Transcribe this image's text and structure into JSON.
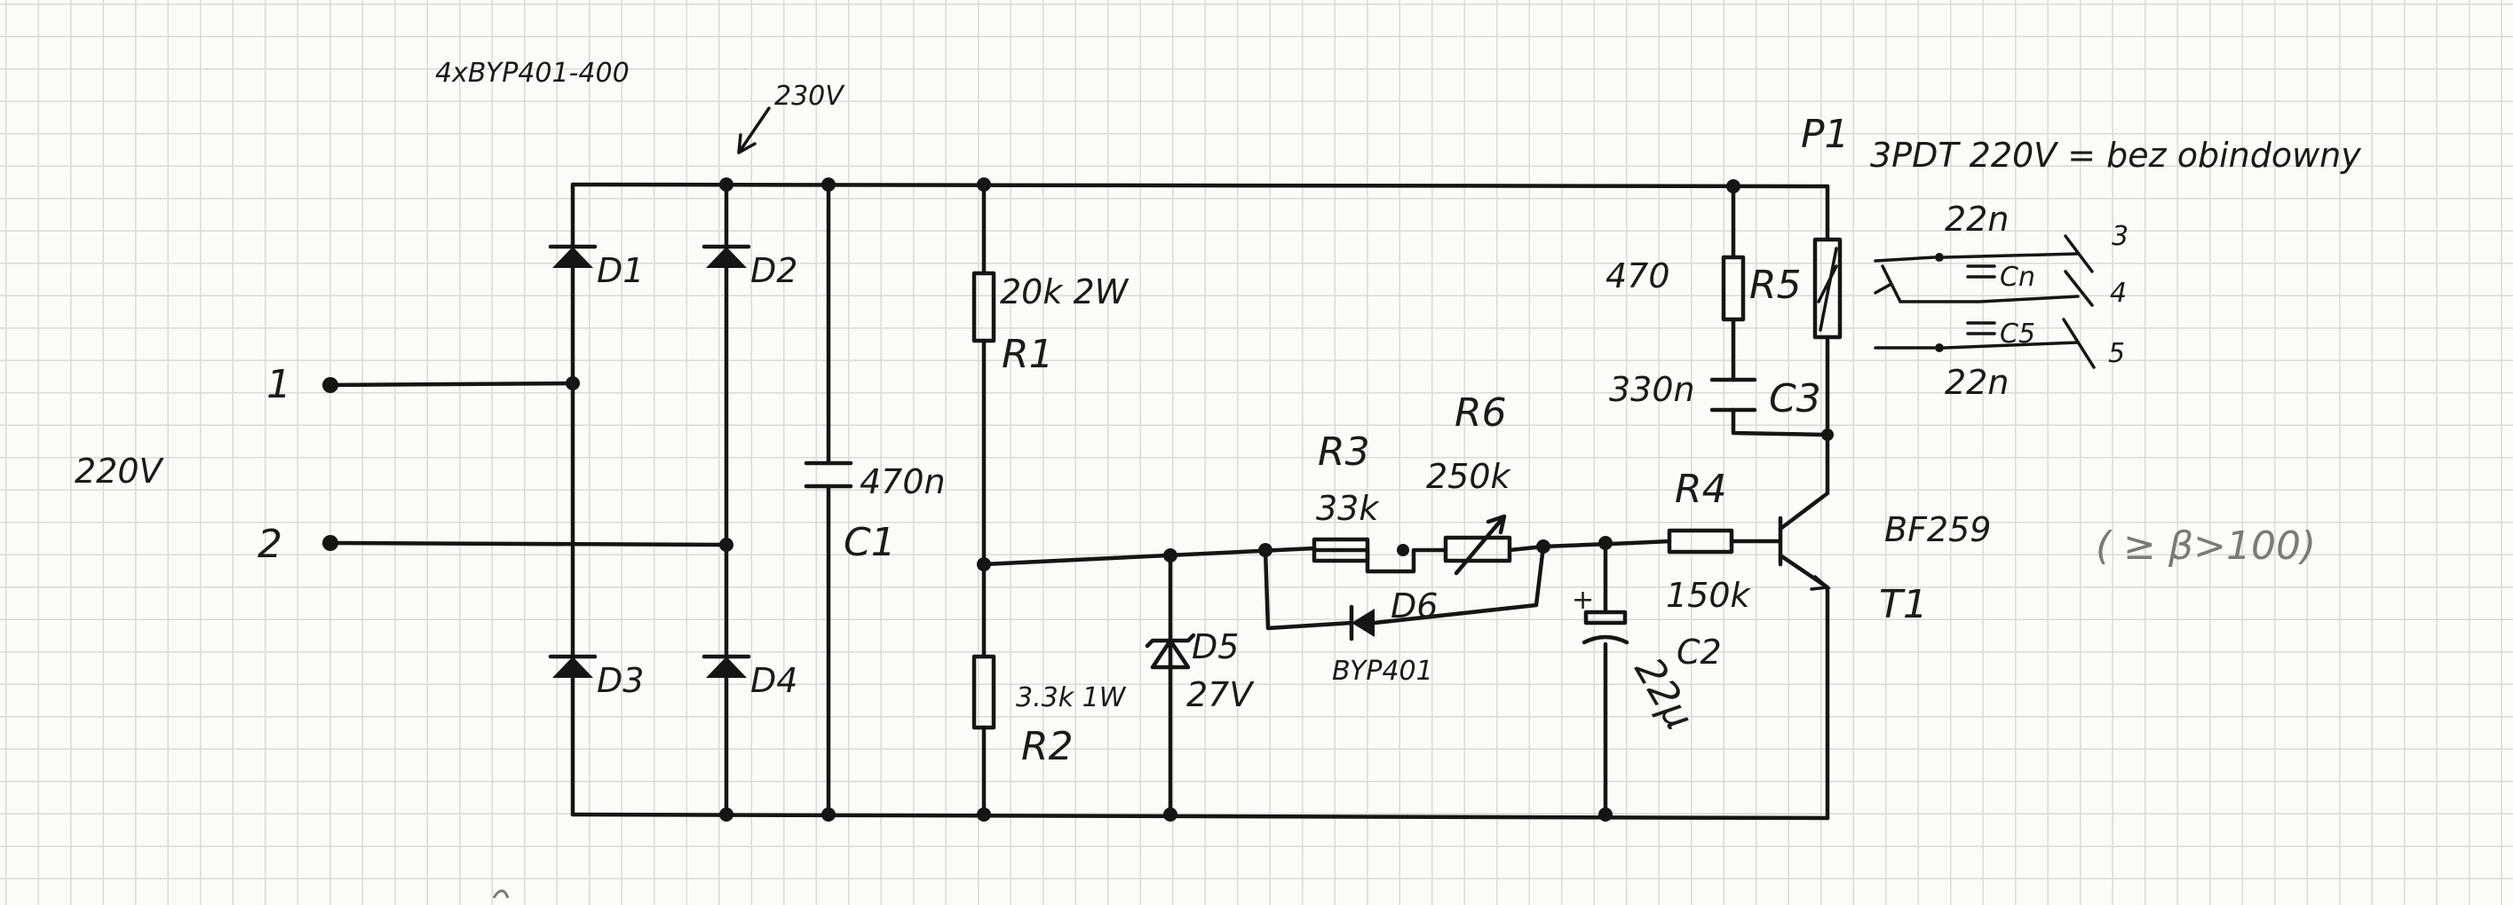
{
  "notes": {
    "diodes_part": "4xBYP401-400",
    "voltage_top": "230V",
    "input_voltage": "220V",
    "switch_note": "3PDT 220V = bez obindowny",
    "transistor_note": "( ≥ β>100)"
  },
  "terminals": {
    "t1": "1",
    "t2": "2"
  },
  "bridge": {
    "d1": "D1",
    "d2": "D2",
    "d3": "D3",
    "d4": "D4"
  },
  "components": {
    "c1_value": "470n",
    "c1_name": "C1",
    "r1_value": "20k 2W",
    "r1_name": "R1",
    "r2_value": "3.3k 1W",
    "r2_name": "R2",
    "d5_name": "D5",
    "d5_value": "27V",
    "r3_name": "R3",
    "r3_value": "33k",
    "r6_name": "R6",
    "r6_value": "250k",
    "d6_name": "D6",
    "d6_part": "BYP401",
    "c2_name": "C2",
    "c2_value": "22µ",
    "r4_name": "R4",
    "r4_value": "150k",
    "t1_part": "BF259",
    "t1_name": "T1",
    "r5_value": "470",
    "r5_name": "R5",
    "c3_value": "330n",
    "c3_name": "C3",
    "p1_name": "P1",
    "cn_top_value": "22n",
    "cn_name": "Cn",
    "c5_name": "C5",
    "cn_bottom_value": "22n",
    "sw3": "3",
    "sw4": "4",
    "sw5": "5"
  }
}
